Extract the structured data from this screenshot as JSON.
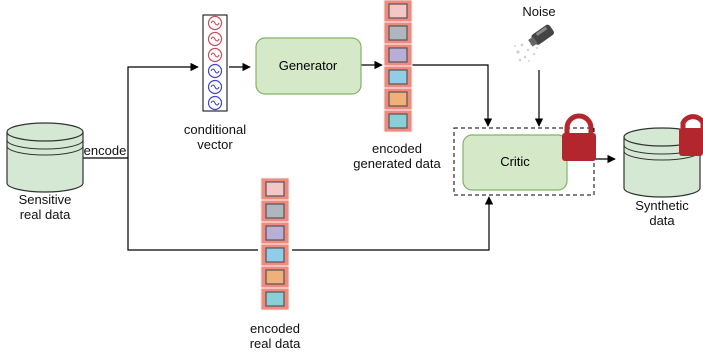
{
  "labels": {
    "noise": "Noise",
    "encode": "encode",
    "sensitive_line1": "Sensitive",
    "sensitive_line2": "real data",
    "conditional_line1": "conditional",
    "conditional_line2": "vector",
    "encoded_gen_line1": "encoded",
    "encoded_gen_line2": "generated data",
    "encoded_real_line1": "encoded",
    "encoded_real_line2": "real data",
    "synthetic_line1": "Synthetic",
    "synthetic_line2": "data"
  },
  "boxes": {
    "generator": "Generator",
    "critic": "Critic"
  },
  "colors": {
    "box_fill": "#d5e8c8",
    "box_stroke": "#82b366",
    "db_fill": "#d5e8d4",
    "db_stroke": "#333333",
    "lock": "#b3262e",
    "vec_red": "#c9505d",
    "vec_blue": "#4444cc",
    "strip_fill": "#f08a7e",
    "cells": [
      "#f4c6c6",
      "#aeb6c0",
      "#b8aed6",
      "#92cde8",
      "#f0b07a",
      "#88d0d6"
    ]
  },
  "icons": {
    "lock": "padlock-icon",
    "noise": "spray-nozzle-icon",
    "database": "database-icon",
    "sine": "sine-wave-icon"
  }
}
